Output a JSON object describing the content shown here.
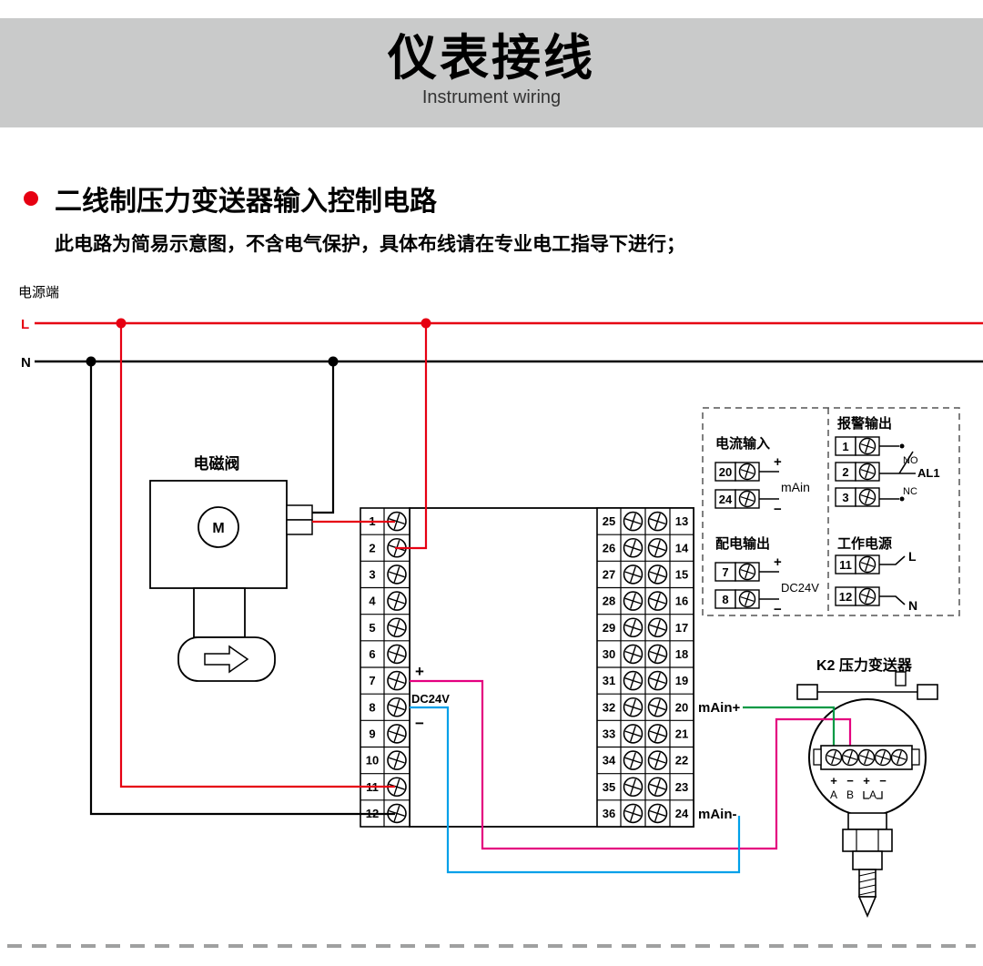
{
  "header": {
    "title": "仪表接线",
    "subtitle": "Instrument wiring"
  },
  "section": {
    "heading": "二线制压力变送器输入控制电路",
    "note": "此电路为简易示意图，不含电气保护，具体布线请在专业电工指导下进行；"
  },
  "diagram": {
    "power": {
      "label": "电源端",
      "l": "L",
      "n": "N"
    },
    "solenoid": {
      "label": "电磁阀",
      "m": "M"
    },
    "left_strip": {
      "terminals": [
        "1",
        "2",
        "3",
        "4",
        "5",
        "6",
        "7",
        "8",
        "9",
        "10",
        "11",
        "12"
      ],
      "plus": "+",
      "dc24v": "DC24V",
      "minus": "−"
    },
    "right_strip": {
      "left_numbers": [
        "25",
        "26",
        "27",
        "28",
        "29",
        "30",
        "31",
        "32",
        "33",
        "34",
        "35",
        "36"
      ],
      "right_numbers": [
        "13",
        "14",
        "15",
        "16",
        "17",
        "18",
        "19",
        "20",
        "21",
        "22",
        "23",
        "24"
      ],
      "main_plus": "mAin+",
      "main_minus": "mAin-"
    },
    "panel": {
      "current_input": {
        "title": "电流输入",
        "t_top": "20",
        "t_bottom": "24",
        "plus": "+",
        "minus": "−",
        "unit": "mAin"
      },
      "alarm_output": {
        "title": "报警输出",
        "t1": "1",
        "t2": "2",
        "t3": "3",
        "no": "NO",
        "nc": "NC",
        "al1": "AL1"
      },
      "power_dist": {
        "title": "配电输出",
        "t_top": "7",
        "t_bottom": "8",
        "plus": "+",
        "minus": "−",
        "unit": "DC24V"
      },
      "work_power": {
        "title": "工作电源",
        "t_top": "11",
        "t_bottom": "12",
        "l": "L",
        "n": "N"
      }
    },
    "transmitter": {
      "label": "K2 压力变送器",
      "p1": "+",
      "m1": "−",
      "p2": "+",
      "m2": "−",
      "a": "A",
      "b": "B",
      "ga": "A"
    }
  },
  "colors": {
    "banner": "#c9caca",
    "red": "#e60012",
    "magenta": "#e4007f",
    "cyan": "#00a0e9",
    "green": "#009944",
    "black": "#000000",
    "dash_gray": "#9fa0a0"
  }
}
